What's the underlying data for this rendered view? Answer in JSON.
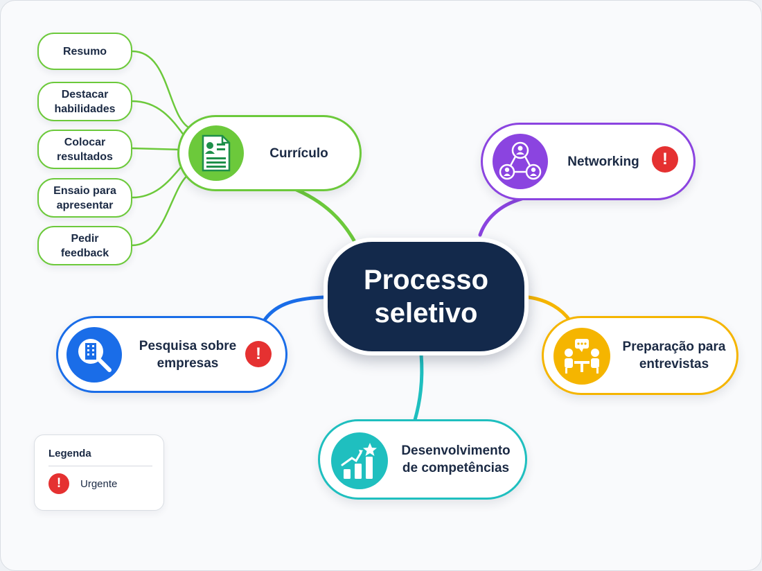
{
  "center": {
    "line1": "Processo",
    "line2": "seletivo"
  },
  "branches": {
    "curriculo": {
      "label": "Currículo",
      "color": "#6cc93b",
      "icon": "resume-document-icon"
    },
    "networking": {
      "label": "Networking",
      "color": "#8b44e0",
      "icon": "network-people-icon",
      "urgent": true
    },
    "pesquisa": {
      "line1": "Pesquisa sobre",
      "line2": "empresas",
      "color": "#1a6de8",
      "icon": "building-search-icon",
      "urgent": true
    },
    "preparacao": {
      "line1": "Preparação para",
      "line2": "entrevistas",
      "color": "#f5b500",
      "icon": "interview-chat-icon"
    },
    "desenvolvimento": {
      "line1": "Desenvolvimento",
      "line2": "de competências",
      "color": "#1fbfbf",
      "icon": "growth-chart-star-icon"
    }
  },
  "curriculo_items": [
    {
      "line1": "Resumo",
      "line2": ""
    },
    {
      "line1": "Destacar",
      "line2": "habilidades"
    },
    {
      "line1": "Colocar",
      "line2": "resultados"
    },
    {
      "line1": "Ensaio para",
      "line2": "apresentar"
    },
    {
      "line1": "Pedir",
      "line2": "feedback"
    }
  ],
  "legend": {
    "title": "Legenda",
    "urgent_label": "Urgente",
    "urgent_symbol": "!",
    "urgent_color": "#e53131"
  }
}
